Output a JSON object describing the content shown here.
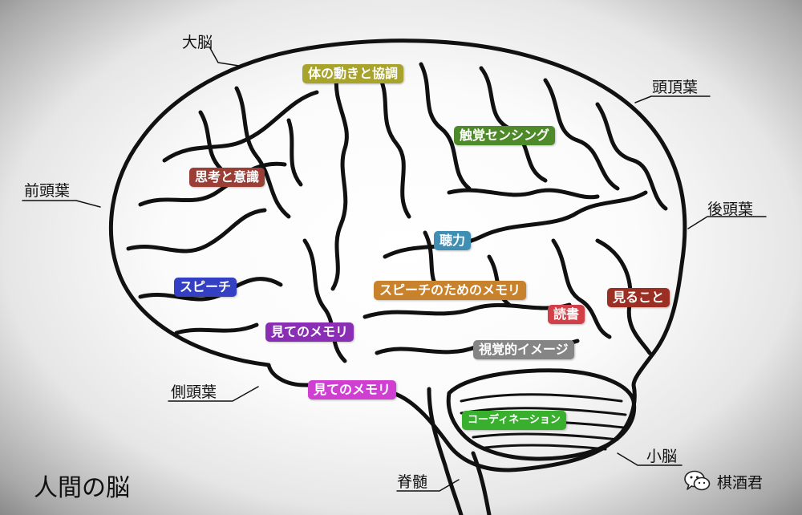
{
  "title": "人間の脳",
  "watermark": {
    "text": "棋酒君",
    "icon": "wechat-icon"
  },
  "lobe_labels": {
    "cerebrum": "大脳",
    "parietal": "頭頂葉",
    "frontal": "前頭葉",
    "occipital": "後頭葉",
    "temporal": "側頭葉",
    "cerebellum": "小脳",
    "spinal_cord": "脊髄"
  },
  "regions": [
    {
      "label": "体の動きと協調",
      "color": "#a8a32b"
    },
    {
      "label": "触覚センシング",
      "color": "#4f8a2a"
    },
    {
      "label": "思考と意識",
      "color": "#9a3e36"
    },
    {
      "label": "聴力",
      "color": "#3f8fb5"
    },
    {
      "label": "スピーチ",
      "color": "#3340c4"
    },
    {
      "label": "スピーチのためのメモリ",
      "color": "#c8822c"
    },
    {
      "label": "見ること",
      "color": "#9c2f24"
    },
    {
      "label": "読書",
      "color": "#d23f48"
    },
    {
      "label": "見てのメモリ",
      "color": "#8a2fb5"
    },
    {
      "label": "視覚的イメージ",
      "color": "#858585"
    },
    {
      "label": "見てのメモリ",
      "color": "#cf3fd2"
    },
    {
      "label": "コーディネーション",
      "color": "#38b02e"
    }
  ]
}
